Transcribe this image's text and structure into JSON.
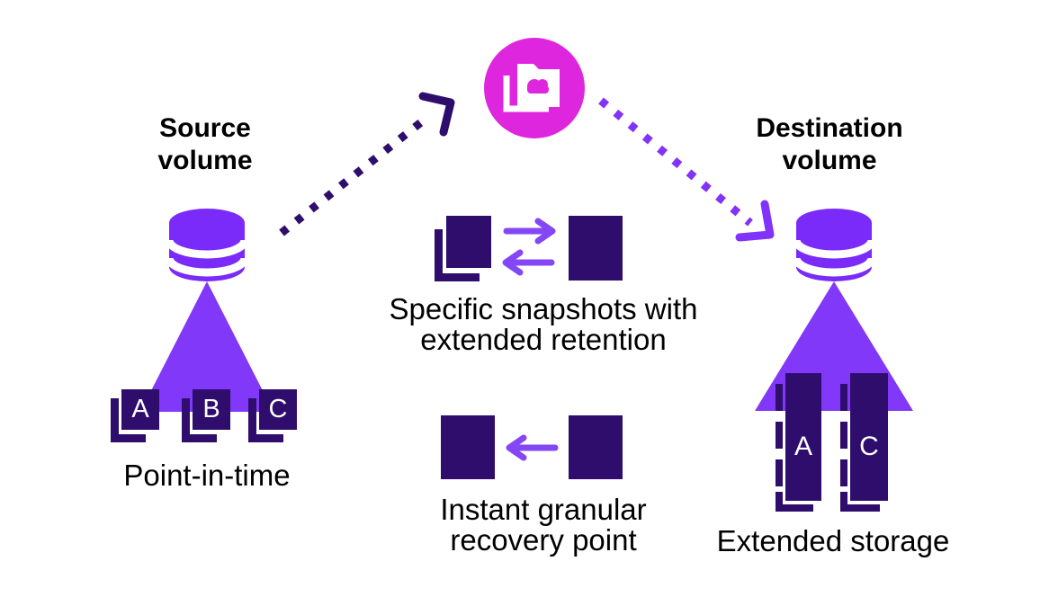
{
  "colors": {
    "purple": "#7B2BF9",
    "violet": "#8138F8",
    "indigo": "#2E0D6C",
    "arrow": "#8447F6",
    "dotted": "#8133F9",
    "magenta": "#DF26DF",
    "text": "#000000",
    "background": "#FFFFFF"
  },
  "source": {
    "label_line1": "Source",
    "label_line2": "volume",
    "caption": "Point-in-time",
    "snapshots": [
      "A",
      "B",
      "C"
    ]
  },
  "destination": {
    "label_line1": "Destination",
    "label_line2": "volume",
    "caption": "Extended storage",
    "snapshots": [
      "A",
      "C"
    ]
  },
  "retention": {
    "caption_line1": "Specific snapshots with",
    "caption_line2": "extended retention"
  },
  "recovery": {
    "caption_line1": "Instant granular",
    "caption_line2": "recovery point"
  },
  "icons": {
    "badge": "cloud-folder-icon",
    "source_volume": "database-cylinder-icon",
    "destination_volume": "database-cylinder-icon",
    "snapshot": "stacked-snapshot-icon",
    "source_flow": "dotted-arrow-up-right",
    "destination_flow": "dotted-arrow-down-right",
    "sync": "bidirectional-arrows",
    "recovery_arrow": "left-arrow"
  }
}
